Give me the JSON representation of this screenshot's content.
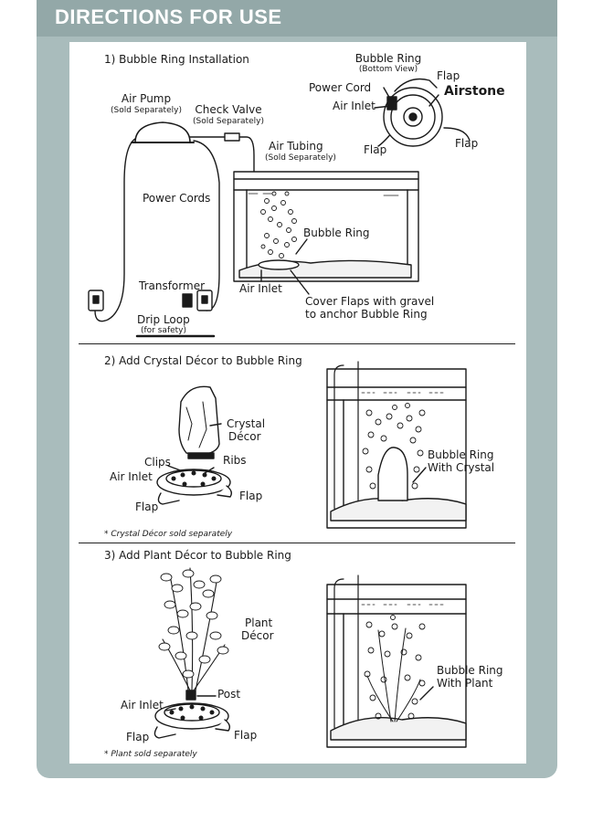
{
  "header": {
    "title": "DIRECTIONS FOR USE"
  },
  "section1": {
    "title": "1) Bubble Ring Installation",
    "air_pump": "Air Pump",
    "air_pump_note": "(Sold Separately)",
    "check_valve": "Check Valve",
    "check_valve_note": "(Sold Separately)",
    "air_tubing": "Air Tubing",
    "air_tubing_note": "(Sold Separately)",
    "power_cords": "Power Cords",
    "transformer": "Transformer",
    "drip_loop": "Drip Loop",
    "drip_loop_note": "(for safety)",
    "air_inlet": "Air Inlet",
    "bubble_ring": "Bubble Ring",
    "cover_flaps_line1": "Cover Flaps with gravel",
    "cover_flaps_line2": "to anchor Bubble Ring",
    "bottom_view_title": "Bubble Ring",
    "bottom_view_note": "(Bottom View)",
    "flap": "Flap",
    "power_cord": "Power Cord",
    "air_inlet_bv": "Air Inlet",
    "airstone": "Airstone"
  },
  "section2": {
    "title": "2) Add Crystal Décor to Bubble Ring",
    "crystal_decor_line1": "Crystal",
    "crystal_decor_line2": "Décor",
    "clips": "Clips",
    "ribs": "Ribs",
    "air_inlet": "Air Inlet",
    "flap": "Flap",
    "note": "* Crystal Décor sold separately",
    "with_crystal_line1": "Bubble Ring",
    "with_crystal_line2": "With Crystal"
  },
  "section3": {
    "title": "3) Add Plant Décor to Bubble Ring",
    "plant_decor_line1": "Plant",
    "plant_decor_line2": "Décor",
    "post": "Post",
    "air_inlet": "Air Inlet",
    "flap": "Flap",
    "note": "* Plant sold separately",
    "with_plant_line1": "Bubble Ring",
    "with_plant_line2": "With Plant"
  }
}
